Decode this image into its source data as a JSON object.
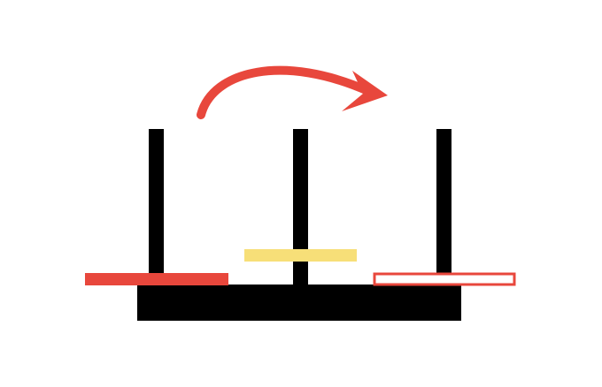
{
  "puzzle": {
    "pegs": [
      {
        "name": "left",
        "disks": [
          {
            "color": "#e8473c",
            "size": 3,
            "style": "filled"
          }
        ]
      },
      {
        "name": "middle",
        "disks": [
          {
            "color": "#f7df78",
            "size": 2,
            "style": "filled"
          }
        ]
      },
      {
        "name": "right",
        "disks": [
          {
            "color": "#e8473c",
            "size": 3,
            "style": "outline"
          }
        ]
      }
    ],
    "move": {
      "from": "left",
      "to": "right"
    }
  },
  "colors": {
    "background": "#ffffff",
    "base": "#000000",
    "peg": "#000000",
    "arrow": "#e8473c",
    "outline_disk_fill": "#ffffff"
  },
  "icons": {
    "move_arrow": "curved-arrow-icon"
  }
}
